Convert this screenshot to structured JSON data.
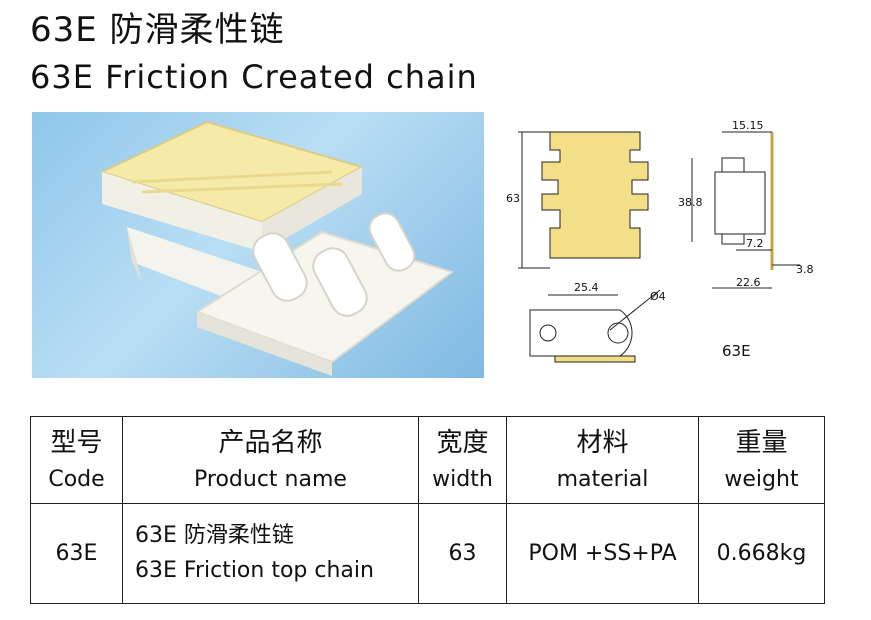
{
  "title": {
    "cn": "63E  防滑柔性链",
    "en": "63E  Friction Created  chain"
  },
  "drawing": {
    "dim_height": "63",
    "dim_top_width": "15.15",
    "dim_side_height": "38.8",
    "dim_small": "7.2",
    "dim_thickness": "3.8",
    "dim_base": "22.6",
    "dim_pitch": "25.4",
    "dim_hole": "Ø4",
    "model_label": "63E"
  },
  "table": {
    "headers": [
      {
        "cn": "型号",
        "en": "Code"
      },
      {
        "cn": "产品名称",
        "en": "Product name"
      },
      {
        "cn": "宽度",
        "en": "width"
      },
      {
        "cn": "材料",
        "en": "material"
      },
      {
        "cn": "重量",
        "en": "weight"
      }
    ],
    "row": {
      "code": "63E",
      "name_cn": "63E  防滑柔性链",
      "name_en": "63E  Friction top chain",
      "width": "63",
      "material": "POM +SS+PA",
      "weight": "0.668kg"
    }
  }
}
